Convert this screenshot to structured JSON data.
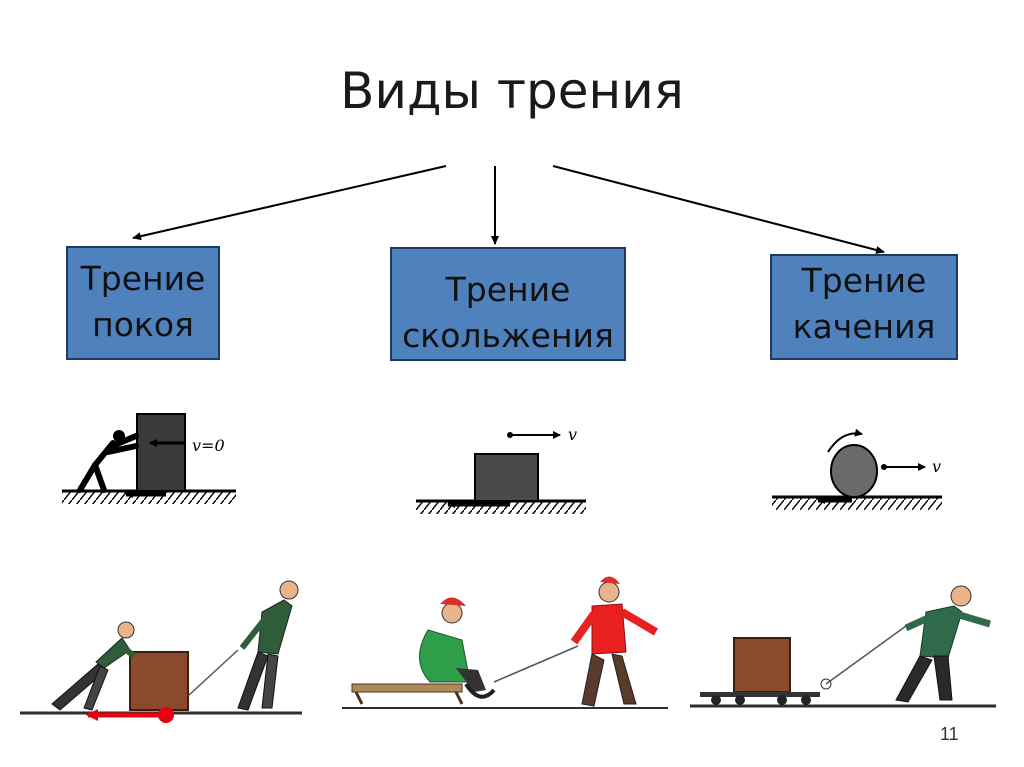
{
  "title": "Виды трения",
  "boxes": [
    {
      "line1": "Трение",
      "line2": "покоя"
    },
    {
      "line1": "Трение",
      "line2": "скольжения"
    },
    {
      "line1": "Трение",
      "line2": "качения"
    }
  ],
  "labels": {
    "static_v": "v=0",
    "sliding_v": "v",
    "rolling_v": "v"
  },
  "page_number": "11",
  "colors": {
    "box_fill": "#4f81bd",
    "box_border": "#1f3a5f",
    "accent_red": "#e8000f"
  }
}
